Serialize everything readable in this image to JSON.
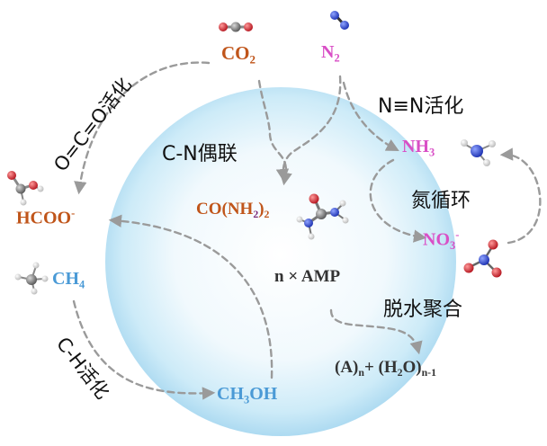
{
  "colors": {
    "orange": "#c0551a",
    "pink": "#d94fc6",
    "blue": "#4a9ad6",
    "purple": "#7a2a7a",
    "sphere": "#bfe4f6",
    "arrow": "#9a9a9a"
  },
  "labels": {
    "co2": {
      "main": "CO",
      "sub": "2"
    },
    "n2": {
      "main": "N",
      "sub": "2"
    },
    "nn_activation": "N≡N活化",
    "nh3": {
      "main": "NH",
      "sub": "3"
    },
    "nitrogen_cycle": "氮循环",
    "no3": {
      "main": "NO",
      "sub": "3",
      "sup": "-"
    },
    "cn_coupling": "C-N偶联",
    "urea": {
      "p1": "CO(NH",
      "sub": "2",
      "p2": ")",
      "sub2": "2"
    },
    "oco_activation": "O=C=O活化",
    "hcoo": {
      "main": "HCOO",
      "sup": "-"
    },
    "ch4": {
      "main": "CH",
      "sub": "4"
    },
    "ch_activation": "C-H活化",
    "ch3oh": "CH3OH",
    "amp": "n × AMP",
    "dehydration": "脱水聚合",
    "polymer": {
      "a": "(A)",
      "n": "n",
      "plus": "+ (H",
      "h2": "2",
      "o": "O)",
      "n1": "n-1"
    }
  },
  "icons": [
    "co2-molecule-icon",
    "n2-molecule-icon",
    "nh3-molecule-icon",
    "no3-molecule-icon",
    "urea-molecule-icon",
    "formate-molecule-icon",
    "methane-molecule-icon"
  ]
}
